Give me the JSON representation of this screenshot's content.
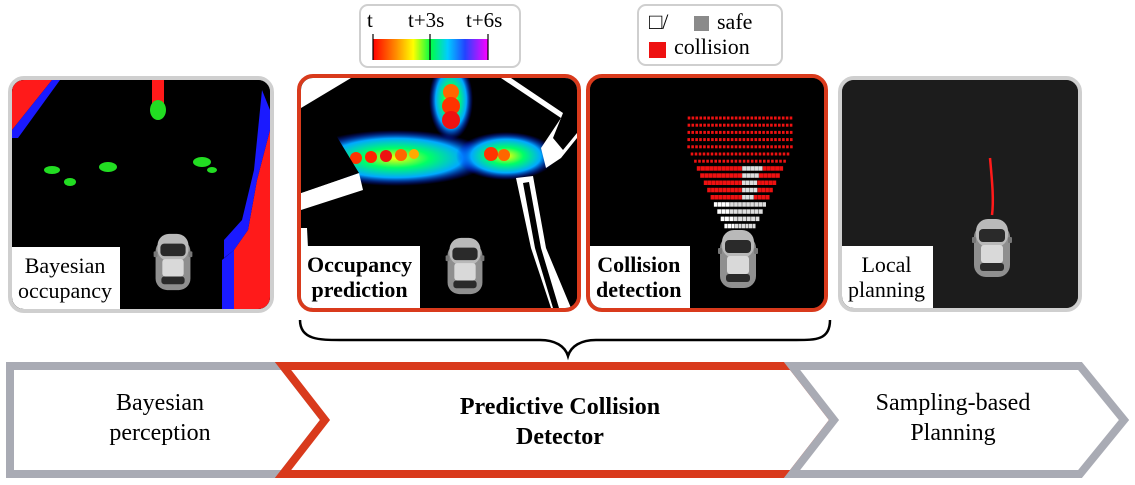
{
  "time_legend": {
    "labels": [
      "t",
      "t+3s",
      "t+6s"
    ]
  },
  "collision_legend": {
    "safe_symbol": "□/",
    "safe_label": "safe",
    "collision_label": "collision",
    "colors": {
      "collision": "#ee1111",
      "safe_filled": "#8a8a8a"
    }
  },
  "panels": [
    {
      "line1": "Bayesian",
      "line2": "occupancy",
      "style": "gray"
    },
    {
      "line1": "Occupancy",
      "line2": "prediction",
      "style": "red"
    },
    {
      "line1": "Collision",
      "line2": "detection",
      "style": "red"
    },
    {
      "line1": "Local",
      "line2": "planning",
      "style": "gray"
    }
  ],
  "pipeline": [
    {
      "line1": "Bayesian",
      "line2": "perception"
    },
    {
      "line1": "Predictive Collision",
      "line2": "Detector"
    },
    {
      "line1": "Sampling-based",
      "line2": "Planning"
    }
  ],
  "colors": {
    "accent_red": "#d93a1c",
    "frame_gray": "#cfcfcf",
    "arrow_gray": "#a9abb4",
    "occupied_red": "#ff1a1a",
    "free_blue": "#1a1aff",
    "dynamic_green": "#22dd22"
  }
}
